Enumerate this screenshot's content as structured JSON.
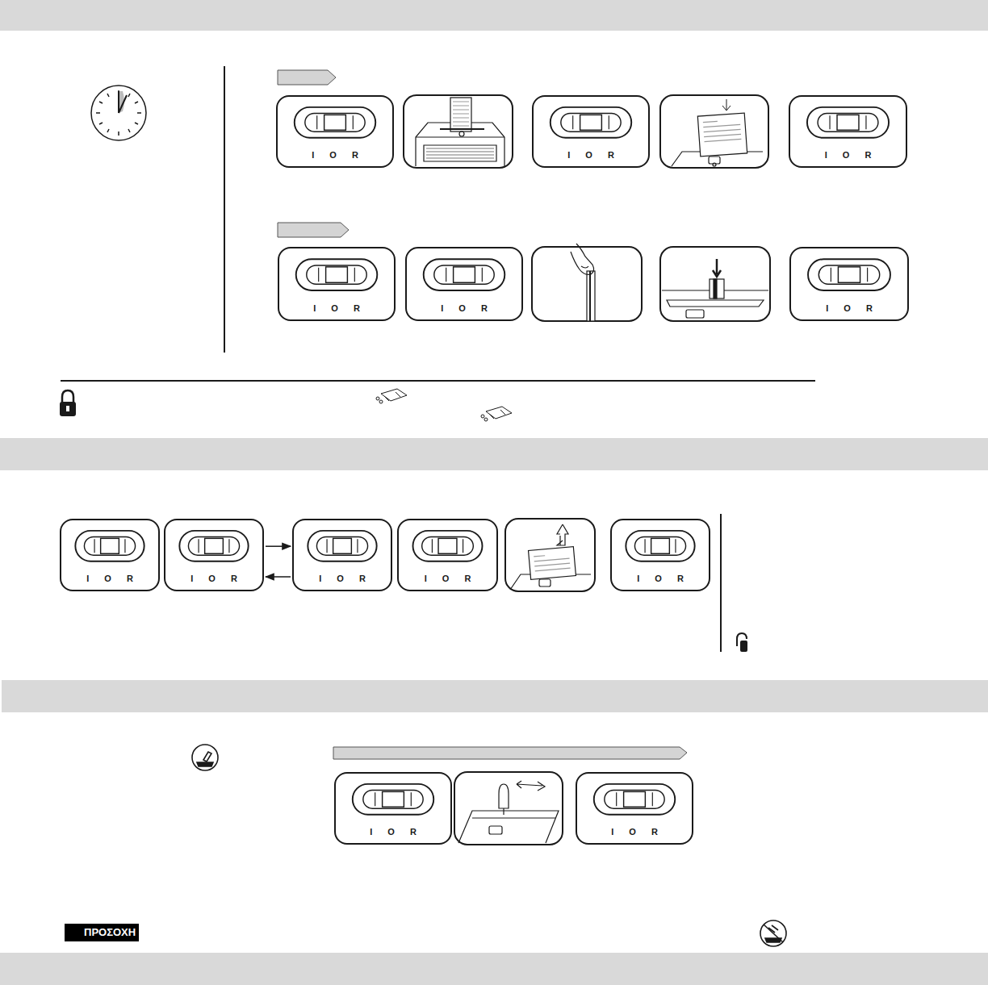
{
  "diagram": {
    "nodes": [
      {
        "text": [
          "I O R"
        ]
      },
      {
        "text": [
          "I O R"
        ]
      },
      {
        "text": [
          "I O R"
        ]
      },
      {
        "text": [
          "I O R"
        ]
      },
      {
        "text": [
          "I O R"
        ]
      },
      {
        "text": [
          "I O R"
        ]
      },
      {
        "text": [
          "I O R"
        ]
      },
      {
        "text": [
          "I O R"
        ]
      },
      {
        "text": [
          "I O R"
        ]
      },
      {
        "text": [
          "I O R"
        ]
      },
      {
        "text": [
          "I O R"
        ]
      },
      {
        "text": [
          "I O R"
        ]
      },
      {
        "text": [
          "I O R"
        ]
      }
    ],
    "edges": [
      {
        "from": 7,
        "to": 8,
        "arrow": "to"
      },
      {
        "from": 8,
        "to": 7,
        "arrow": "to"
      }
    ],
    "labels": [
      "ΠΡΟΣΟΧΗ"
    ]
  }
}
